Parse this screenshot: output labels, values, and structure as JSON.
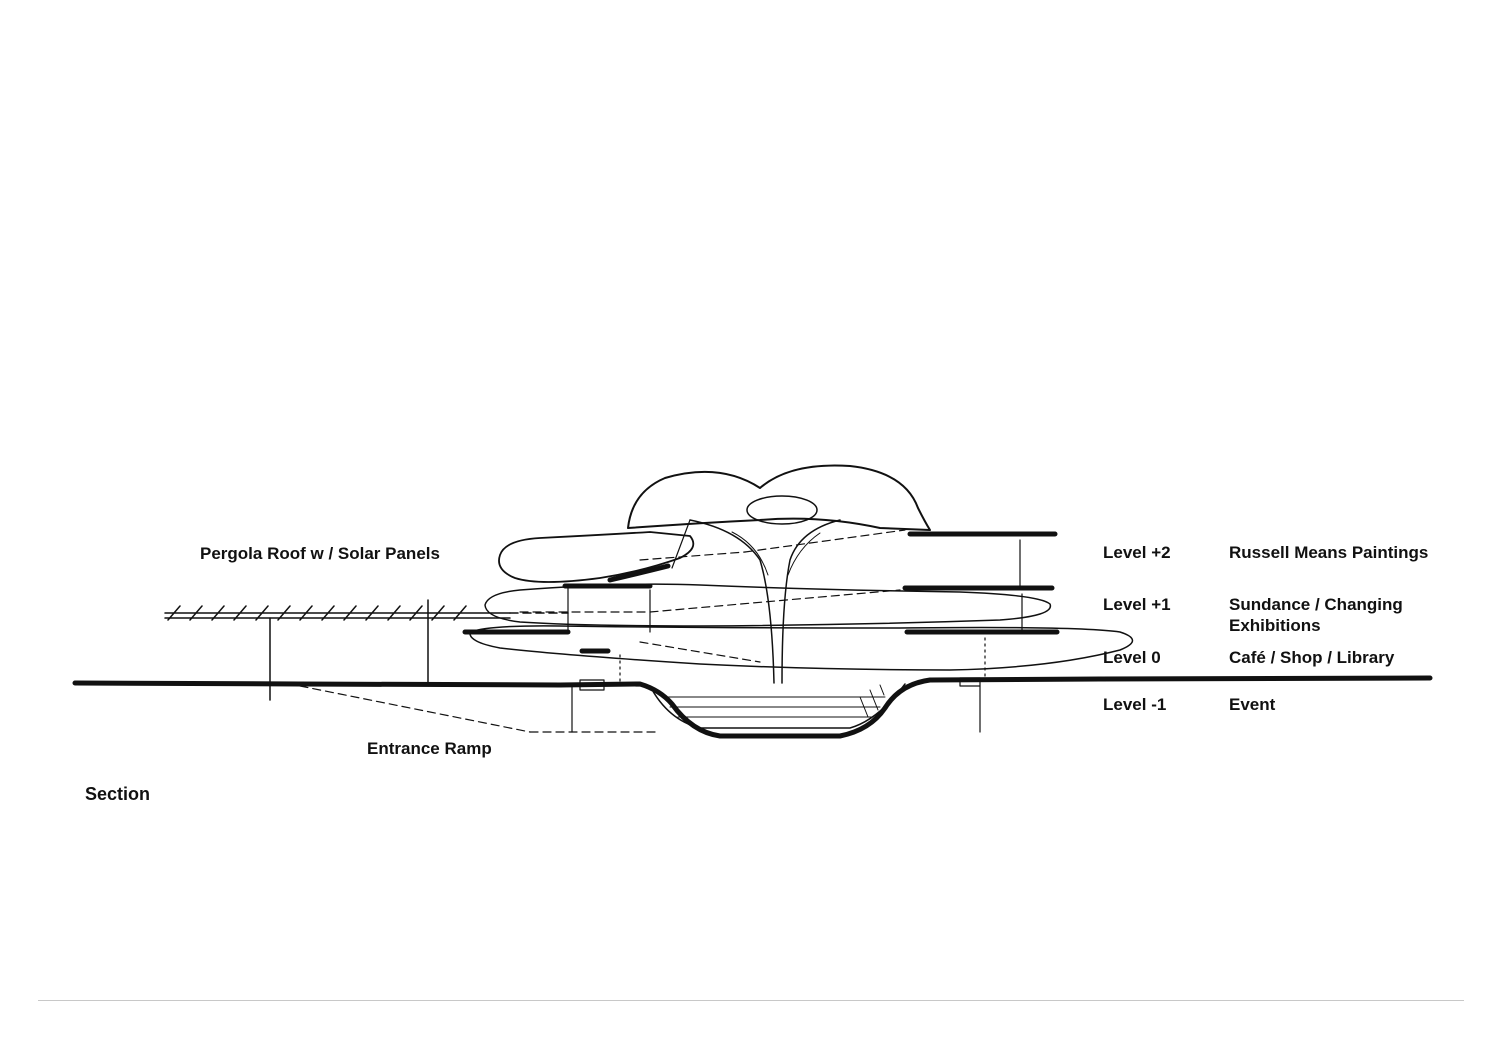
{
  "labels": {
    "pergola": "Pergola Roof w / Solar Panels",
    "entrance_ramp": "Entrance Ramp",
    "section": "Section"
  },
  "levels": [
    {
      "name": "Level +2",
      "use": "Russell Means Paintings"
    },
    {
      "name": "Level +1",
      "use": "Sundance / Changing",
      "use_line2": "Exhibitions"
    },
    {
      "name": "Level 0",
      "use": "Café / Shop / Library"
    },
    {
      "name": "Level -1",
      "use": "Event"
    }
  ],
  "colors": {
    "ink": "#111111",
    "paper": "#ffffff",
    "rule": "#c8c8c8"
  }
}
